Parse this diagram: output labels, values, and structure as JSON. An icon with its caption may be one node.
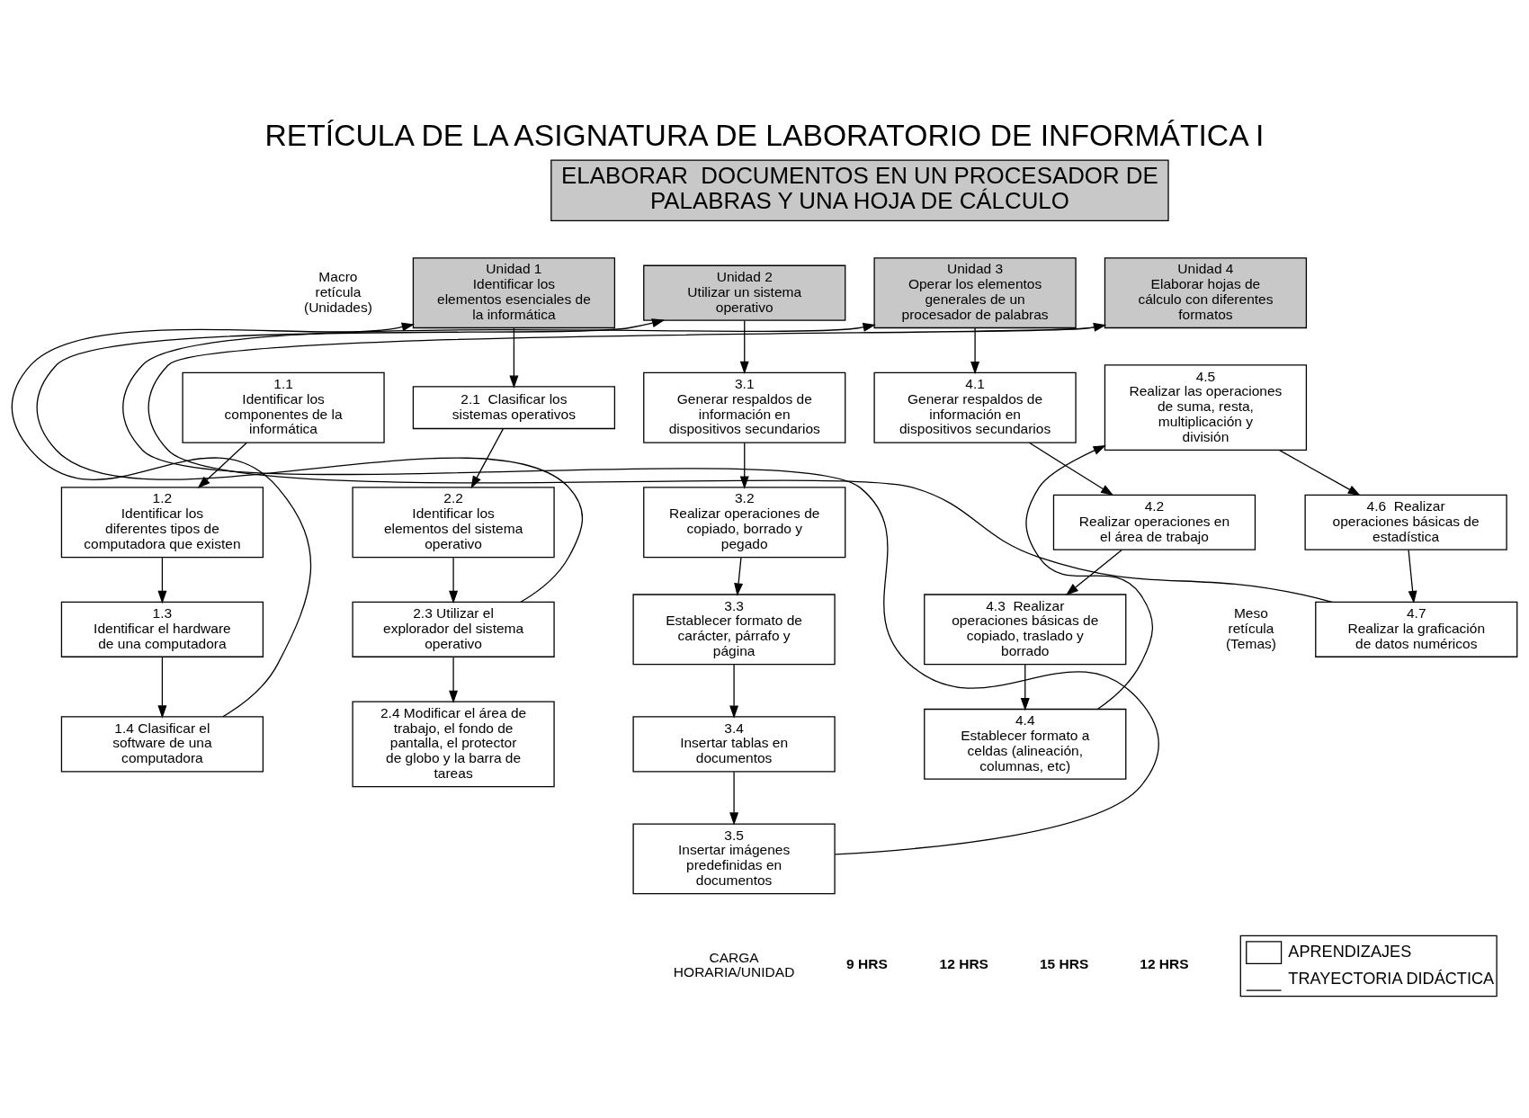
{
  "diagram": {
    "title": "RETÍCULA DE LA ASIGNATURA DE LABORATORIO DE INFORMÁTICA I",
    "nodes": [
      {
        "text": [
          "ELABORAR  DOCUMENTOS EN UN PROCESADOR DE PALABRAS Y UNA HOJA DE CÁLCULO"
        ]
      },
      {
        "text": [
          "Unidad 1",
          "Identificar los elementos esenciales de la informática"
        ]
      },
      {
        "text": [
          "Unidad 2",
          "Utilizar un sistema operativo"
        ]
      },
      {
        "text": [
          "Unidad 3",
          "Operar los elementos generales de un procesador de palabras"
        ]
      },
      {
        "text": [
          "Unidad 4",
          "Elaborar hojas de cálculo con diferentes formatos"
        ]
      },
      {
        "text": [
          "1.1",
          "Identificar los componentes de la informática"
        ]
      },
      {
        "text": [
          "1.2",
          "Identificar los diferentes tipos de computadora que existen"
        ]
      },
      {
        "text": [
          "1.3",
          "Identificar el hardware de una computadora"
        ]
      },
      {
        "text": [
          "1.4 Clasificar el software de una computadora"
        ]
      },
      {
        "text": [
          "2.1  Clasificar los sistemas operativos"
        ]
      },
      {
        "text": [
          "2.2",
          "Identificar los elementos del sistema operativo"
        ]
      },
      {
        "text": [
          "2.3 Utilizar el explorador del sistema operativo"
        ]
      },
      {
        "text": [
          "2.4 Modificar el área de trabajo, el fondo de pantalla, el protector de globo y la barra de tareas"
        ]
      },
      {
        "text": [
          "3.1",
          "Generar respaldos de información en dispositivos secundarios"
        ]
      },
      {
        "text": [
          "3.2",
          "Realizar operaciones de copiado, borrado y pegado"
        ]
      },
      {
        "text": [
          "3.3",
          "Establecer formato de carácter, párrafo y página"
        ]
      },
      {
        "text": [
          "3.4",
          "Insertar tablas en documentos"
        ]
      },
      {
        "text": [
          "3.5",
          "Insertar imágenes predefinidas en documentos"
        ]
      },
      {
        "text": [
          "4.1",
          "Generar respaldos de información en dispositivos secundarios"
        ]
      },
      {
        "text": [
          "4.2",
          "Realizar operaciones en el área de trabajo"
        ]
      },
      {
        "text": [
          "4.3  Realizar operaciones básicas de copiado, traslado y borrado"
        ]
      },
      {
        "text": [
          "4.4",
          "Establecer formato a celdas (alineación, columnas, etc)"
        ]
      },
      {
        "text": [
          "4.5",
          "Realizar las operaciones de suma, resta, multiplicación y división"
        ]
      },
      {
        "text": [
          "4.6  Realizar operaciones básicas de estadística"
        ]
      },
      {
        "text": [
          "4.7",
          "Realizar la graficación de datos numéricos"
        ]
      }
    ],
    "edges": [
      {
        "from": 5,
        "to": 6,
        "arrow": "to"
      },
      {
        "from": 6,
        "to": 7,
        "arrow": "to"
      },
      {
        "from": 7,
        "to": 8,
        "arrow": "to"
      },
      {
        "from": 8,
        "to": 1,
        "arrow": "to"
      },
      {
        "from": 1,
        "to": 9,
        "arrow": "to"
      },
      {
        "from": 9,
        "to": 10,
        "arrow": "to"
      },
      {
        "from": 10,
        "to": 11,
        "arrow": "to"
      },
      {
        "from": 11,
        "to": 12,
        "arrow": "to"
      },
      {
        "from": 11,
        "to": 2,
        "arrow": "to"
      },
      {
        "from": 2,
        "to": 13,
        "arrow": "to"
      },
      {
        "from": 13,
        "to": 14,
        "arrow": "to"
      },
      {
        "from": 14,
        "to": 15,
        "arrow": "to"
      },
      {
        "from": 15,
        "to": 16,
        "arrow": "to"
      },
      {
        "from": 16,
        "to": 17,
        "arrow": "to"
      },
      {
        "from": 17,
        "to": 3,
        "arrow": "to"
      },
      {
        "from": 3,
        "to": 18,
        "arrow": "to"
      },
      {
        "from": 18,
        "to": 19,
        "arrow": "to"
      },
      {
        "from": 19,
        "to": 20,
        "arrow": "to"
      },
      {
        "from": 20,
        "to": 21,
        "arrow": "to"
      },
      {
        "from": 21,
        "to": 22,
        "arrow": "to"
      },
      {
        "from": 22,
        "to": 23,
        "arrow": "to"
      },
      {
        "from": 23,
        "to": 24,
        "arrow": "to"
      },
      {
        "from": 24,
        "to": 4,
        "arrow": "to"
      }
    ],
    "labels": [
      "Macro retícula (Unidades)",
      "Meso retícula (Temas)",
      "CARGA HORARIA/UNIDAD",
      "9 HRS",
      "12 HRS",
      "15 HRS",
      "12 HRS"
    ],
    "legend": [
      {
        "text": "APRENDIZAJES"
      },
      {
        "text": "TRAYECTORIA DIDÁCTICA"
      }
    ]
  }
}
